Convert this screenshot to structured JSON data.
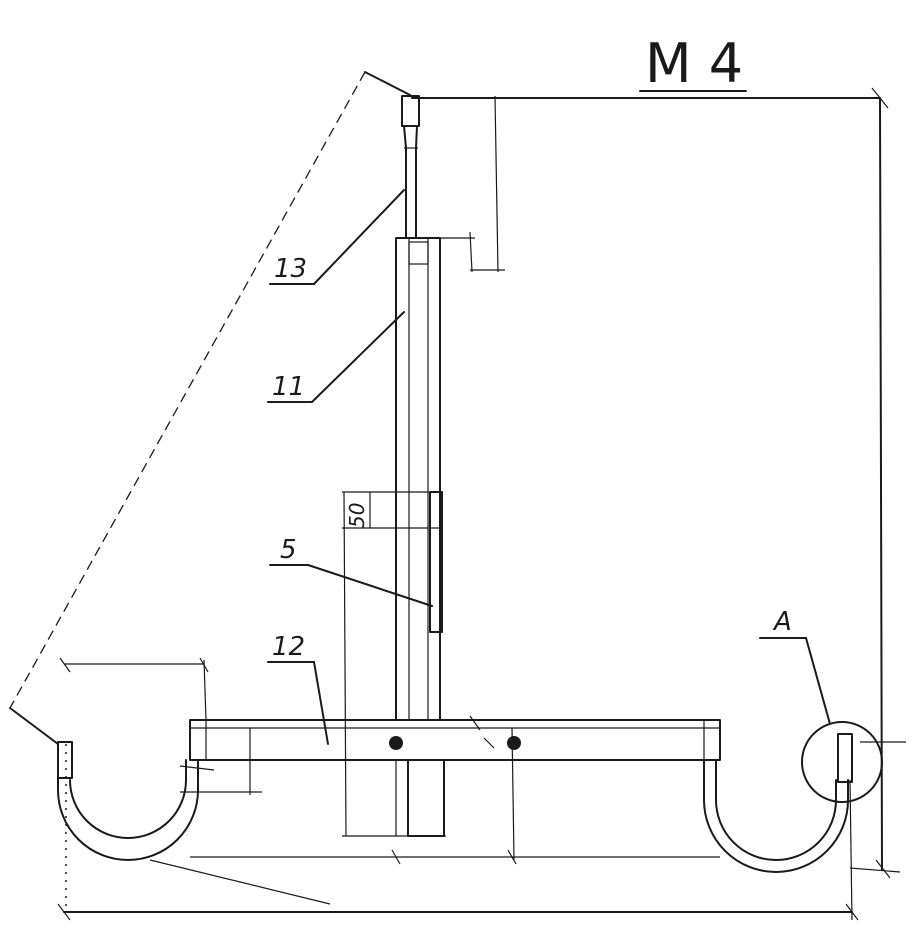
{
  "title": "М 4",
  "callouts": {
    "c13": "13",
    "c11": "11",
    "c5": "5",
    "c12": "12",
    "cA": "А"
  },
  "dimensions": {
    "d50": "50"
  }
}
